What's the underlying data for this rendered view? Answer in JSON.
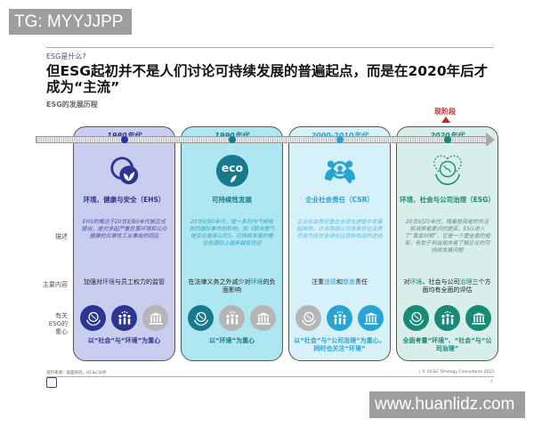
{
  "watermarks": {
    "top_left": "TG: MYYJJPP",
    "bottom_right": "www.huanlidz.com"
  },
  "header": {
    "kicker": "ESG是什么?",
    "title": "但ESG起初并不是人们讨论可持续发展的普遍起点，而是在2020年后才成为“主流”",
    "subtitle": "ESG的发展历程",
    "current_stage": "现阶段"
  },
  "row_labels": {
    "desc": "描述",
    "main": "主要内容",
    "focus": "有关ESG的重心"
  },
  "focus_icons": [
    "globe-in-hands-icon",
    "people-group-icon",
    "institution-building-icon"
  ],
  "inactive_color": "#b5b5b5",
  "cards": [
    {
      "era": "1980年代",
      "name": "环境、健康与安全（EHS）",
      "icon": "leaf-chat-icon",
      "bg": "#c9cdf0",
      "accent": "#2c3591",
      "desc_color": "#4a4f9a",
      "desc": "EHS的概念于20世纪80年代被正式提出，是对多起严重危害环境和公众健康的灾难性工业事故的回应",
      "main": [
        {
          "t": "加强对"
        },
        {
          "t": "环境",
          "hl": true
        },
        {
          "t": "与员工权力的监管"
        }
      ],
      "focus_active": [
        true,
        true,
        false
      ],
      "caption": "以“社会”与“环境”为重心"
    },
    {
      "era": "1990年代",
      "name": "可持续性发展",
      "icon": "eco-leaf-icon",
      "bg": "#aee6f2",
      "accent": "#177a8c",
      "desc_color": "#3aa6bb",
      "desc": "20世纪90年代，受一系列与气候有关的国际事件的影响，如《联合国气候变化框架公约》，可持续发展的概念在国际上越来越受欢迎",
      "main": [
        {
          "t": "在法律义务之外减少对"
        },
        {
          "t": "环境",
          "hl": true
        },
        {
          "t": "的负面影响"
        }
      ],
      "focus_active": [
        true,
        false,
        false
      ],
      "caption": "以“环境”为重心"
    },
    {
      "era": "2000-2010年代",
      "name": "企业社会责任（CSR）",
      "icon": "people-search-icon",
      "bg": "#d6f1f9",
      "accent": "#27a3d4",
      "desc_color": "#5bbbe0",
      "desc": "企业社会责任是在全球化进程中发展起来的，许多跨国公司将承担社会责任视为应对全球化运营新挑战的途径",
      "main": [
        {
          "t": "注重"
        },
        {
          "t": "道德",
          "hl": true
        },
        {
          "t": "和"
        },
        {
          "t": "慈善",
          "hl": true
        },
        {
          "t": "责任"
        }
      ],
      "focus_active": [
        false,
        true,
        true
      ],
      "caption": "以“社会”与“公司治理”为重心，同时也关注“环境”"
    },
    {
      "era": "2020年代",
      "name": "环境、社会与公司治理（ESG）",
      "icon": "earth-hands-heart-icon",
      "bg": "#d7eeea",
      "accent": "#178a78",
      "desc_color": "#6a8a86",
      "desc": "20世纪20年代，随着投资者的关注和消费者意识的提高，ESG进入了“黄金时期”，它是一个更全面的框架，有助于利益相关者了解企业的可持续发展问题",
      "main": [
        {
          "t": "对"
        },
        {
          "t": "环境",
          "hl": true
        },
        {
          "t": "、社会与公司"
        },
        {
          "t": "治理",
          "hl": true
        },
        {
          "t": "三个方面均有全面的评估"
        }
      ],
      "focus_active": [
        true,
        true,
        true
      ],
      "caption": "全面考量“环境”、“社会”与“公司治理”"
    }
  ],
  "footer": {
    "source": "资料来源：桌面研究，OC&C分析",
    "copyright": "| © OC&C Strategy Consultants 2022",
    "page": "4"
  }
}
